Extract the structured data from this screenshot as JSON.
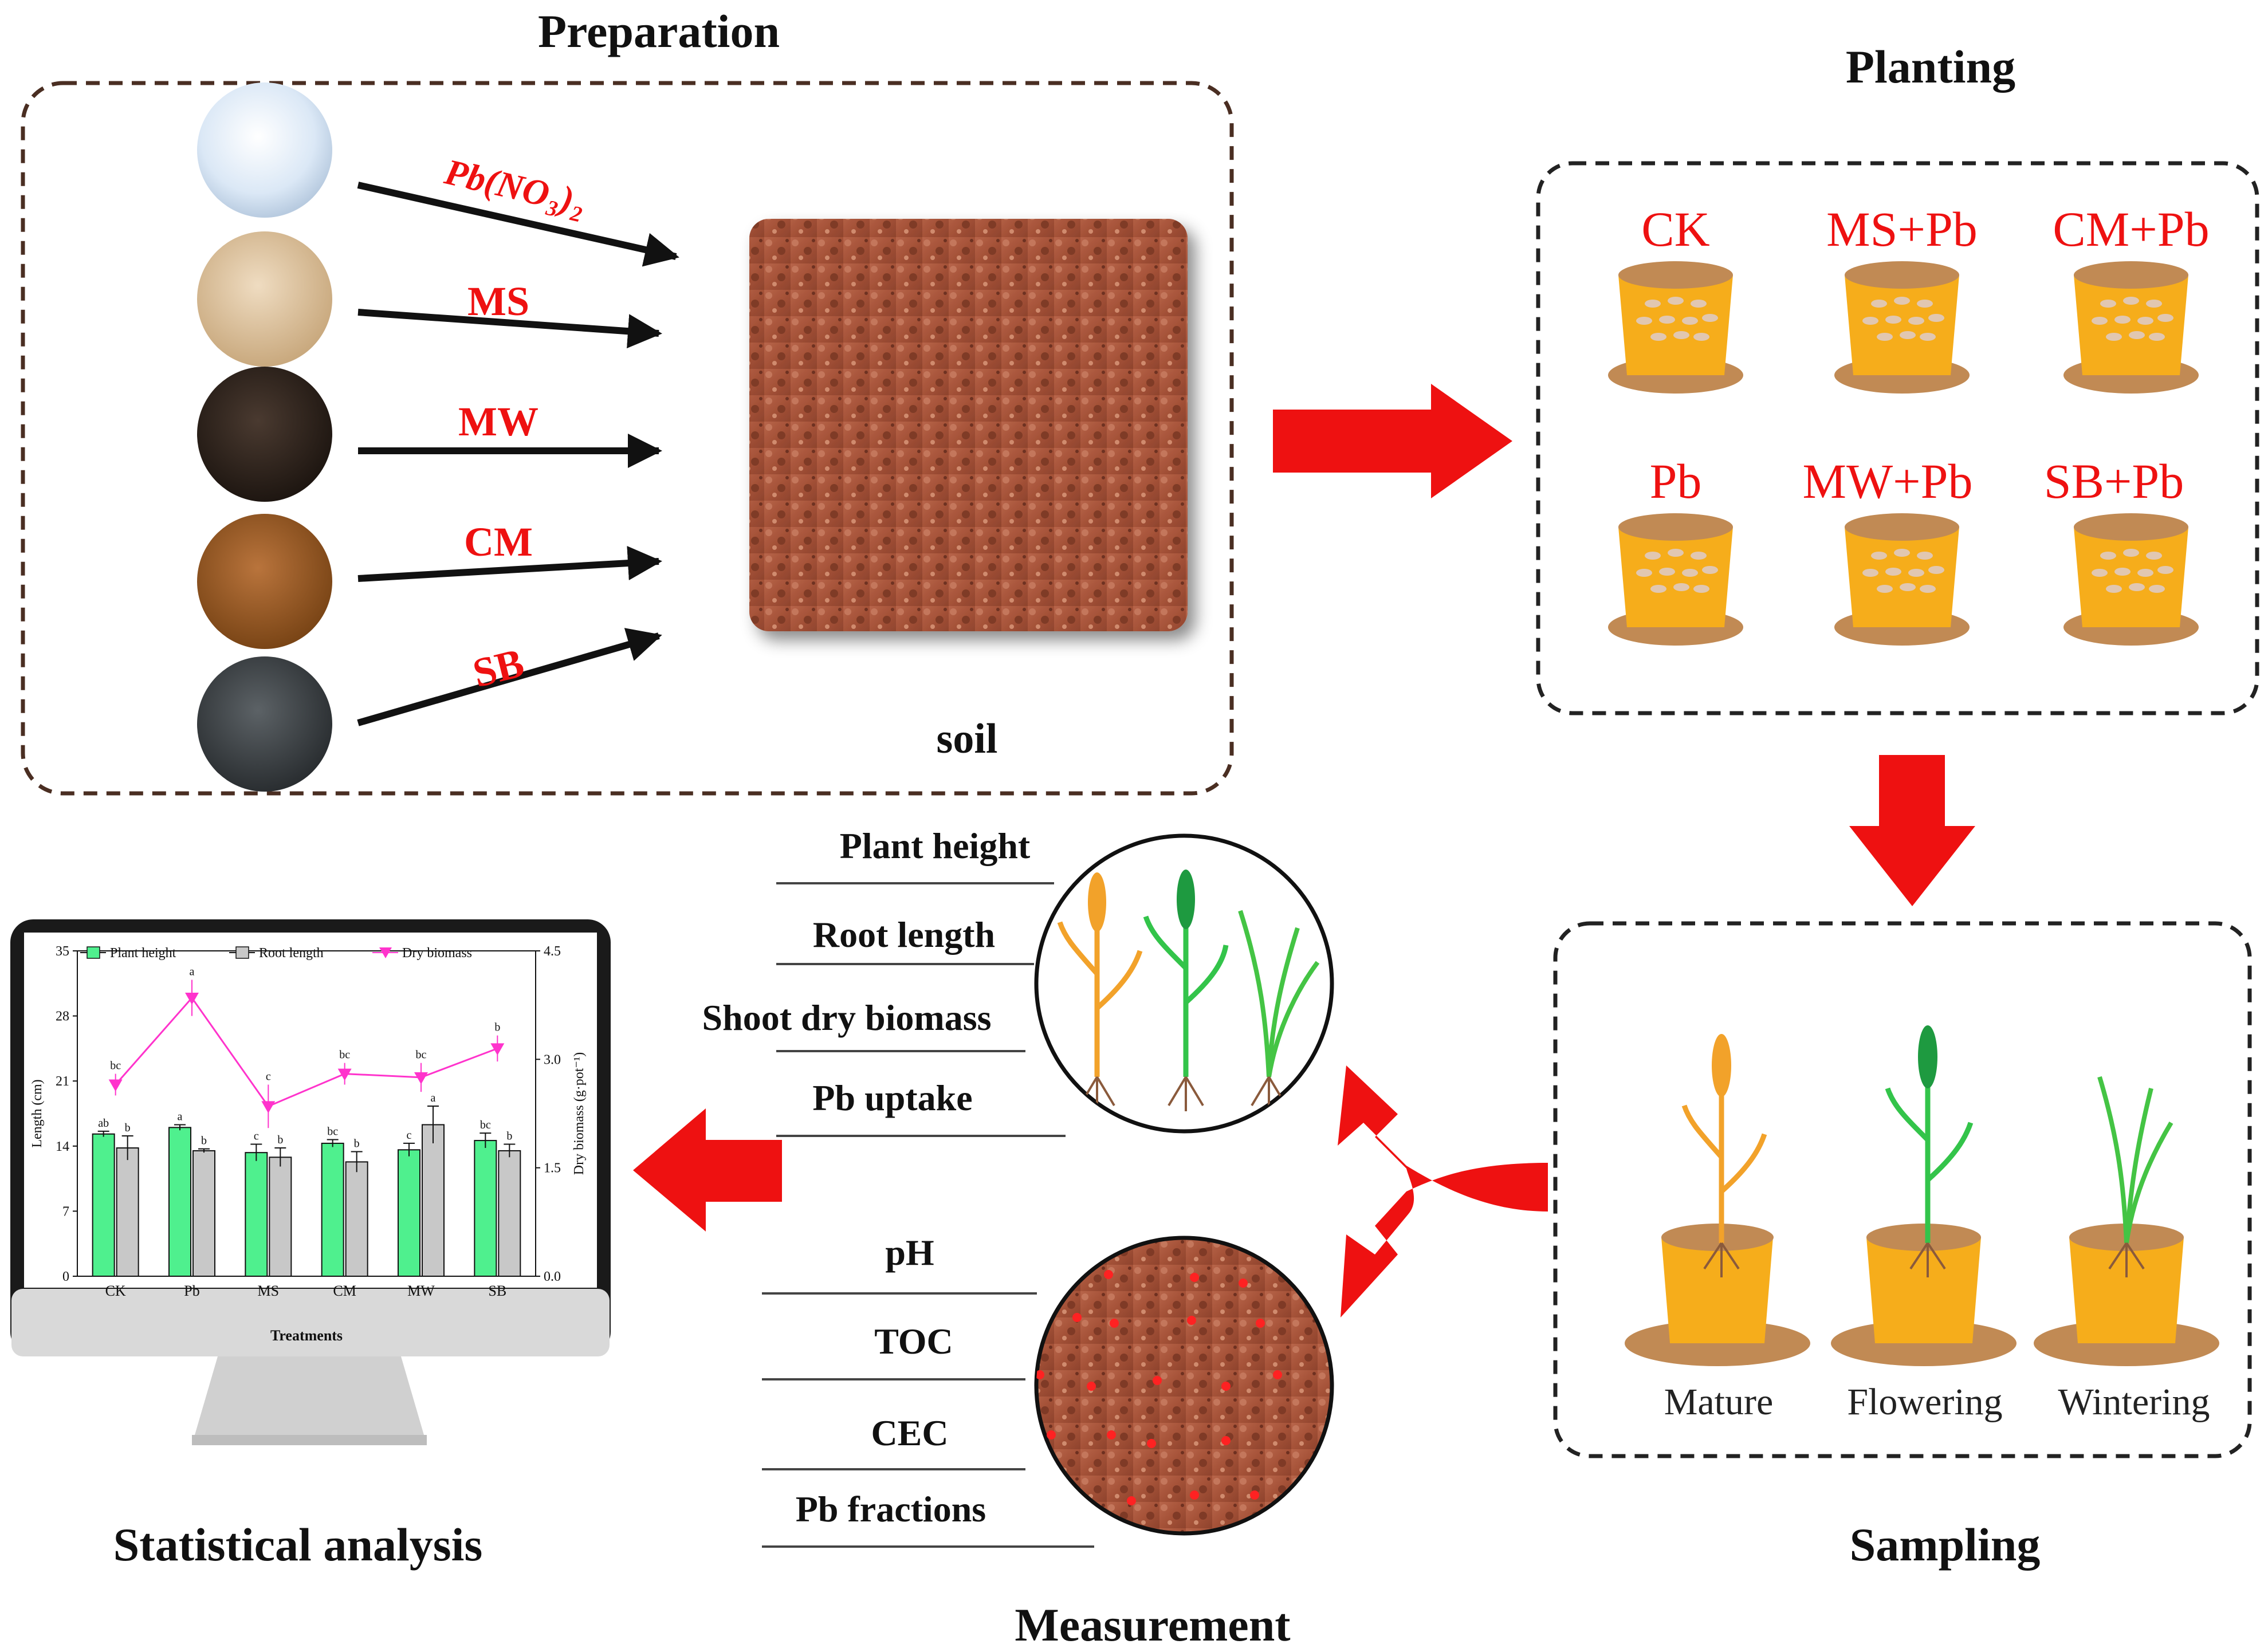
{
  "titles": {
    "preparation": "Preparation",
    "planting": "Planting",
    "sampling": "Sampling",
    "measurement": "Measurement",
    "statistical": "Statistical analysis"
  },
  "preparation": {
    "inputs": [
      "Pb(NO₃)₂",
      "MS",
      "MW",
      "CM",
      "SB"
    ],
    "soil_label": "soil"
  },
  "planting": {
    "treatments": [
      "CK",
      "MS+Pb",
      "CM+Pb",
      "Pb",
      "MW+Pb",
      "SB+Pb"
    ]
  },
  "sampling": {
    "stages": [
      "Mature",
      "Flowering",
      "Wintering"
    ]
  },
  "measurement": {
    "plant_params": [
      "Plant height",
      "Root length",
      "Shoot dry biomass",
      "Pb uptake"
    ],
    "soil_params": [
      "pH",
      "TOC",
      "CEC",
      "Pb fractions"
    ]
  },
  "colors": {
    "arrow_red": "#ee1111",
    "pot": "#f6ad1b",
    "pot_saucer": "#c18a54",
    "soil": "#a9553c",
    "bar_green": "#4ff08e",
    "bar_gray": "#c8c8c8",
    "line_pink": "#ff33cc"
  },
  "chart_data": {
    "type": "bar",
    "categories": [
      "CK",
      "Pb",
      "MS",
      "CM",
      "MW",
      "SB"
    ],
    "xlabel": "Treatments",
    "ylabel": "Length (cm)",
    "y2label": "Dry biomass (g·pot⁻¹)",
    "ylim": [
      0,
      35
    ],
    "y2lim": [
      0,
      4.5
    ],
    "yticks": [
      0,
      7,
      14,
      21,
      28,
      35
    ],
    "y2ticks": [
      0.0,
      1.5,
      3.0,
      4.5
    ],
    "legend": [
      "Plant height",
      "Root length",
      "Dry biomass"
    ],
    "series": [
      {
        "name": "Plant height",
        "kind": "bar",
        "values": [
          15.3,
          16.0,
          13.3,
          14.3,
          13.6,
          14.6
        ],
        "err": [
          0.3,
          0.3,
          0.9,
          0.4,
          0.7,
          0.8
        ],
        "letters": [
          "ab",
          "a",
          "c",
          "bc",
          "c",
          "bc"
        ]
      },
      {
        "name": "Root length",
        "kind": "bar",
        "values": [
          13.8,
          13.5,
          12.8,
          12.3,
          16.3,
          13.5
        ],
        "err": [
          1.3,
          0.2,
          1.0,
          1.1,
          2.0,
          0.7
        ],
        "letters": [
          "b",
          "b",
          "b",
          "b",
          "a",
          "b"
        ]
      },
      {
        "name": "Dry biomass",
        "kind": "line",
        "axis": "right",
        "values": [
          2.65,
          3.85,
          2.35,
          2.8,
          2.75,
          3.15
        ],
        "err": [
          0.15,
          0.25,
          0.3,
          0.15,
          0.2,
          0.18
        ],
        "letters": [
          "bc",
          "a",
          "c",
          "bc",
          "bc",
          "b"
        ]
      }
    ]
  }
}
